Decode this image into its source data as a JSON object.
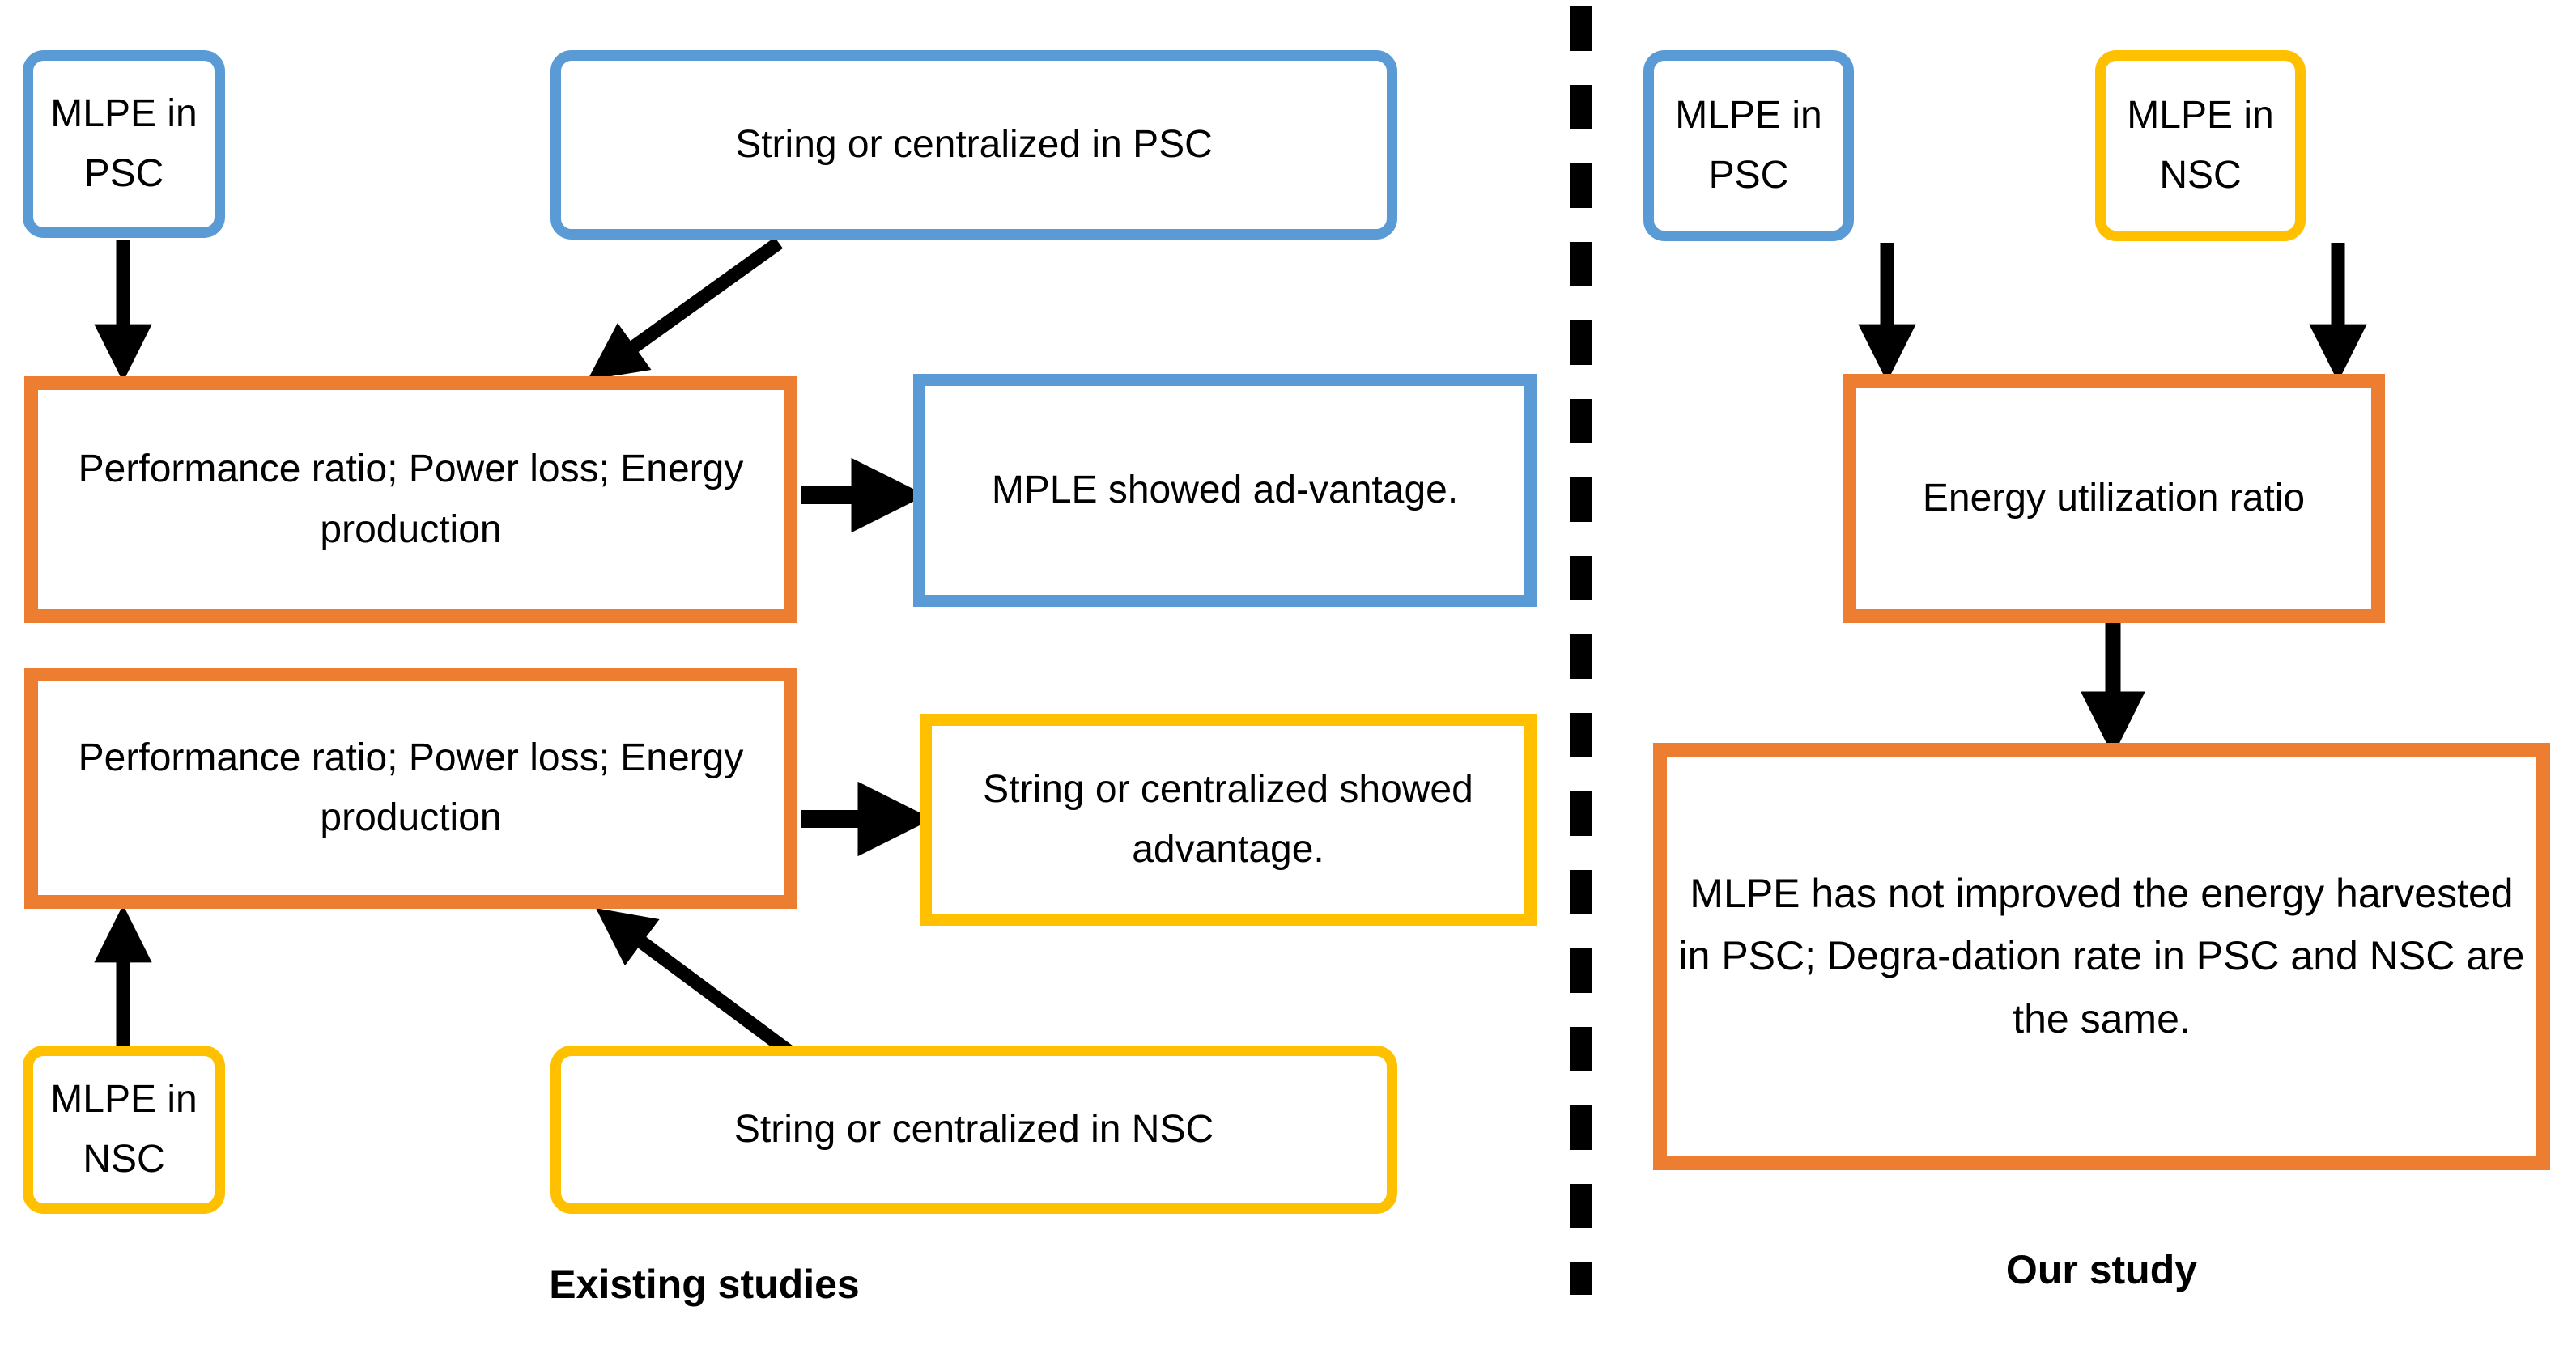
{
  "figure": {
    "type": "flowchart",
    "background": "#ffffff",
    "colors": {
      "blue": "#5B9BD5",
      "orange": "#ED7D31",
      "yellow": "#FFC000",
      "arrow": "#000000",
      "text": "#000000",
      "divider": "#000000"
    }
  },
  "panels": {
    "left": {
      "label": "Existing studies",
      "nodes": {
        "mlpe_psc": "MLPE in PSC",
        "string_psc": "String or centralized in PSC",
        "metrics_top": "Performance ratio; Power loss; Energy production",
        "result_blue": "MPLE showed ad-vantage.",
        "metrics_bottom": "Performance ratio; Power loss; Energy production",
        "result_yellow": "String or centralized showed advantage.",
        "mlpe_nsc": "MLPE in NSC",
        "string_nsc": "String or centralized in NSC"
      }
    },
    "right": {
      "label": "Our study",
      "nodes": {
        "mlpe_psc": "MLPE in PSC",
        "mlpe_nsc": "MLPE in NSC",
        "metric": "Energy utilization ratio",
        "conclusion": "MLPE has not improved the energy harvested in PSC; Degra-dation rate in PSC and NSC are the same."
      }
    }
  }
}
